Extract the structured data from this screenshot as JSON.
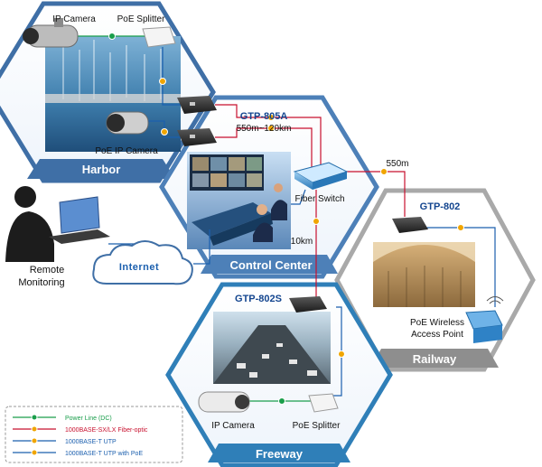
{
  "zones": {
    "harbor": "Harbor",
    "control_center": "Control Center",
    "railway": "Railway",
    "freeway": "Freeway"
  },
  "devices": {
    "ip_camera_top": "IP Camera",
    "poe_splitter_top": "PoE Splitter",
    "poe_ip_camera": "PoE IP Camera",
    "fiber_switch": "Fiber Switch",
    "ip_camera_bottom": "IP Camera",
    "poe_splitter_bottom": "PoE Splitter",
    "poe_wireless_ap_line1": "PoE Wireless",
    "poe_wireless_ap_line2": "Access Point",
    "remote_line1": "Remote",
    "remote_line2": "Monitoring",
    "internet": "Internet"
  },
  "models": {
    "gtp_805a": "GTP-805A",
    "gtp_805a_range": "550m~120km",
    "gtp_802": "GTP-802",
    "gtp_802s": "GTP-802S"
  },
  "distances": {
    "d550m": "550m",
    "d10km": "10km"
  },
  "legend": [
    {
      "label": "Power Line (DC)",
      "color": "#1a9e4b"
    },
    {
      "label": "1000BASE-SX/LX Fiber-optic",
      "color": "#c8102e"
    },
    {
      "label": "1000BASE-T UTP",
      "color": "#1b5fae"
    },
    {
      "label": "1000BASE-T UTP with PoE",
      "color": "#1b5fae"
    }
  ],
  "colors": {
    "hex_border_blue": "#3f6fa6",
    "hex_label_blue": "#3f6fa6",
    "hex_border_gray": "#a9a9a9",
    "hex_label_gray": "#8e8e8e",
    "fiber": "#c8102e",
    "utp": "#1b5fae",
    "power": "#1a9e4b",
    "poe_node": "#f0a500"
  }
}
